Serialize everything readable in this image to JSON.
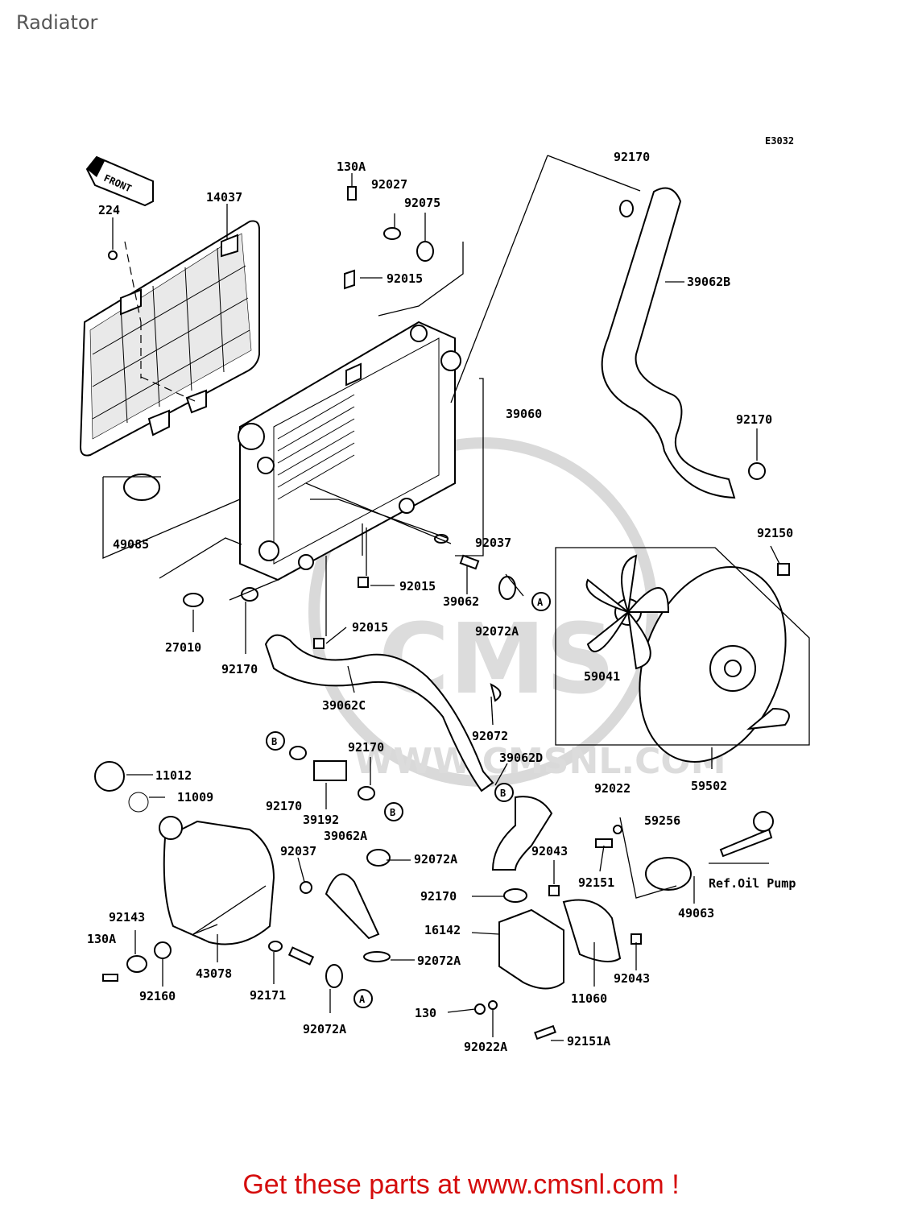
{
  "page": {
    "title": "Radiator"
  },
  "diagram_code": "E3032",
  "footer": {
    "text": "Get these parts at www.cmsnl.com !"
  },
  "watermark": {
    "brand": "CMS",
    "url": "WWW.CMSNL.COM"
  },
  "front_marker": "FRONT",
  "parts": {
    "p224": "224",
    "p14037": "14037",
    "p130A_top": "130A",
    "p92027": "92027",
    "p92075": "92075",
    "p92015_top": "92015",
    "p92170_top": "92170",
    "p39062B": "39062B",
    "p39060": "39060",
    "p92170_right": "92170",
    "p49085": "49085",
    "p92037_mid": "92037",
    "p92150": "92150",
    "p92015_mid": "92015",
    "p39062": "39062",
    "p92072A_mid": "92072A",
    "p27010": "27010",
    "p92170_left": "92170",
    "p92015_low": "92015",
    "p59041": "59041",
    "p39062C": "39062C",
    "p92072": "92072",
    "p59502": "59502",
    "p92170_b": "92170",
    "p39062D": "39062D",
    "p11012": "11012",
    "p11009": "11009",
    "p92170_c": "92170",
    "p39192": "39192",
    "p39062A": "39062A",
    "p92022": "92022",
    "p59256": "59256",
    "p92037_low": "92037",
    "p92072A_low1": "92072A",
    "p92043_a": "92043",
    "p92151": "92151",
    "p49063": "49063",
    "ref_oil_pump": "Ref.Oil Pump",
    "p92170_d": "92170",
    "p92143": "92143",
    "p130A_low": "130A",
    "p16142": "16142",
    "p92072A_low2": "92072A",
    "p92043_b": "92043",
    "p43078": "43078",
    "p92160": "92160",
    "p92171": "92171",
    "p11060": "11060",
    "p92072A_low3": "92072A",
    "p130": "130",
    "p92022A": "92022A",
    "p92151A": "92151A"
  },
  "connection_markers": {
    "a1": "A",
    "a2": "A",
    "b1": "B",
    "b2": "B",
    "b3": "B"
  }
}
